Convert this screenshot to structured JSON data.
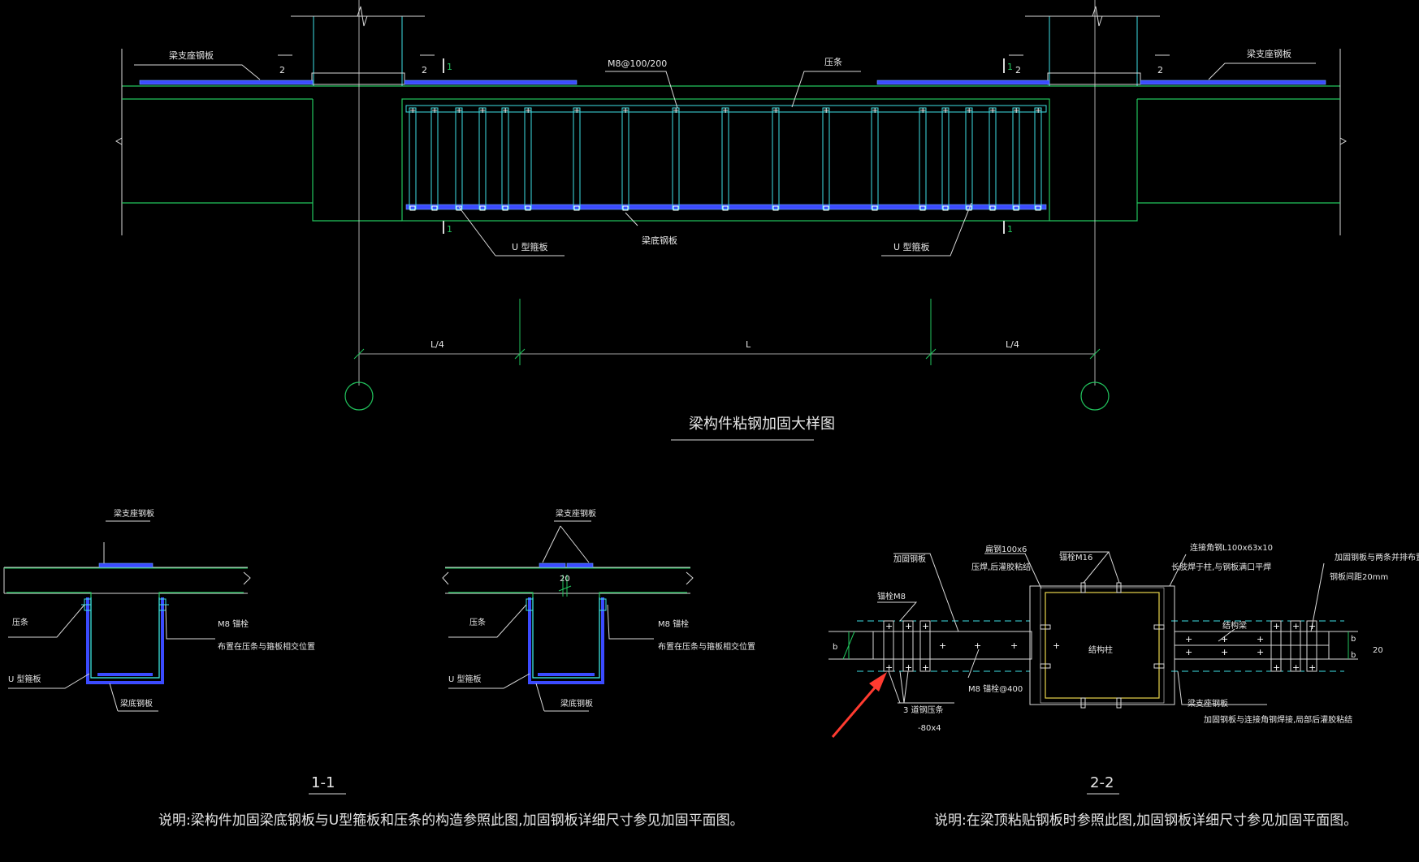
{
  "colors": {
    "background": "#000000",
    "concrete": "#22c55e",
    "steel": "#3ee0e6",
    "plate": "#3b4bff",
    "annotation": "#ffffff",
    "arrow": "#ff3b30"
  },
  "main": {
    "title": "梁构件粘钢加固大样图",
    "labels": {
      "support_plate_left": "梁支座钢板",
      "support_plate_right": "梁支座钢板",
      "bolt_spec": "M8@100/200",
      "clamp_strip": "压条",
      "u_plate_left": "U  型箍板",
      "u_plate_right": "U  型箍板",
      "bottom_plate": "梁底钢板",
      "sec2_a": "2",
      "sec2_b": "2",
      "sec2_c": "2",
      "sec2_d": "2",
      "sec1_a": "1",
      "sec1_b": "1",
      "sec1_c": "1",
      "sec1_d": "1"
    },
    "dimensions": {
      "left": "L/4",
      "middle": "L",
      "right": "L/4"
    }
  },
  "section1": {
    "title": "1-1",
    "labels": {
      "support_plate": "梁支座钢板",
      "clamp": "压条",
      "anchor": "M8 锚栓",
      "anchor_note": "布置在压条与箍板相交位置",
      "u_plate": "U  型箍板",
      "bottom_plate": "梁底钢板"
    },
    "note": "说明:梁构件加固梁底钢板与U型箍板和压条的构造参照此图,加固钢板详细尺寸参见加固平面图。"
  },
  "section1b": {
    "labels": {
      "support_plate": "梁支座钢板",
      "gap": "20",
      "clamp": "压条",
      "anchor": "M8 锚栓",
      "anchor_note": "布置在压条与箍板相交位置",
      "u_plate": "U  型箍板",
      "bottom_plate": "梁底钢板"
    }
  },
  "section2": {
    "title": "2-2",
    "labels": {
      "reinforce_plate": "加固钢板",
      "flat_steel": "扁钢100x6",
      "flat_steel_note": "压焊,后灌胶粘结",
      "anchor_m16": "锚栓M16",
      "angle": "连接角钢L100x63x10",
      "angle_note": "长肢焊于柱,与钢板满口平焊",
      "plate_note1": "加固钢板与两条并排布置",
      "plate_note2": "钢板间距20mm",
      "anchor_m8": "锚栓M8",
      "column": "结构柱",
      "beam": "结构梁",
      "m8_spacing": "M8 锚栓@400",
      "strips": "3 道钢压条",
      "strip_size": "-80x4",
      "support_plate": "梁支座钢板",
      "support_note": "加固钢板与连接角钢焊接,局部后灌胶粘结",
      "b_left": "b",
      "b_right": "b",
      "b_right2": "b",
      "dim20": "20"
    },
    "note": "说明:在梁顶粘贴钢板时参照此图,加固钢板详细尺寸参见加固平面图。"
  }
}
